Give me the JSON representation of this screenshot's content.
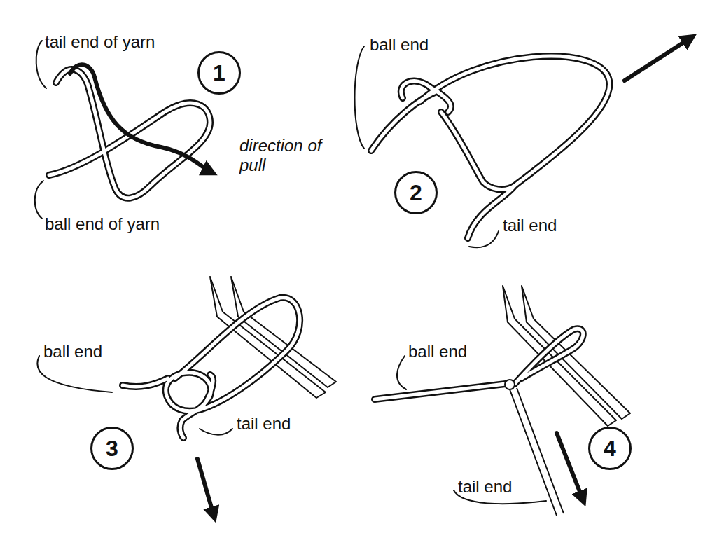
{
  "diagram": {
    "nodes": [
      {
        "text": [
          "1"
        ]
      },
      {
        "text": [
          "2"
        ]
      },
      {
        "text": [
          "3"
        ]
      },
      {
        "text": [
          "4"
        ]
      }
    ],
    "labels": [
      "tail end of yarn",
      "direction of pull",
      "ball end of yarn",
      "ball end",
      "tail end",
      "ball end",
      "tail end",
      "ball end",
      "tail end"
    ]
  }
}
